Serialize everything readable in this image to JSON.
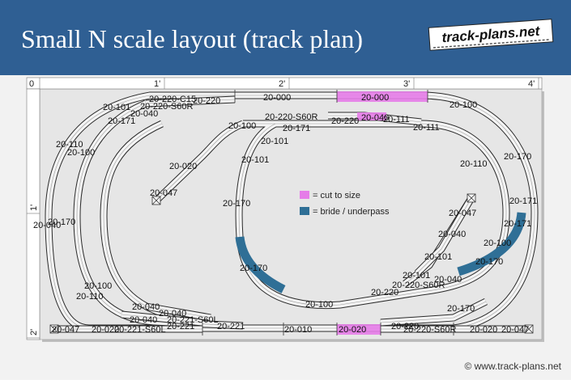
{
  "header": {
    "title": "Small N scale layout (track plan)",
    "logo_text": "track-plans.net",
    "background": "#2f5f93"
  },
  "ruler": {
    "top_labels": [
      "0",
      "1'",
      "2'",
      "3'",
      "4'"
    ],
    "left_labels": [
      "1'",
      "2'"
    ]
  },
  "legend": [
    {
      "label": "= cut to size",
      "color": "#e57ce8"
    },
    {
      "label": "= bride / underpass",
      "color": "#2f6f96"
    }
  ],
  "track_labels": [
    {
      "text": "20-220-C15"
    },
    {
      "text": "20-220"
    },
    {
      "text": "20-000"
    },
    {
      "text": "20-000"
    },
    {
      "text": "20-101"
    },
    {
      "text": "20-220-S60R"
    },
    {
      "text": "20-040"
    },
    {
      "text": "20-171"
    },
    {
      "text": "20-100"
    },
    {
      "text": "20-220-S60R"
    },
    {
      "text": "20-220"
    },
    {
      "text": "20-040"
    },
    {
      "text": "20-111"
    },
    {
      "text": "20-111"
    },
    {
      "text": "20-100"
    },
    {
      "text": "20-171"
    },
    {
      "text": "20-110"
    },
    {
      "text": "20-100"
    },
    {
      "text": "20-101"
    },
    {
      "text": "20-170"
    },
    {
      "text": "20-101"
    },
    {
      "text": "20-110"
    },
    {
      "text": "20-020"
    },
    {
      "text": "20-047"
    },
    {
      "text": "20-170"
    },
    {
      "text": "20-171"
    },
    {
      "text": "20-170"
    },
    {
      "text": "20-040"
    },
    {
      "text": "20-047"
    },
    {
      "text": "20-171"
    },
    {
      "text": "20-040"
    },
    {
      "text": "20-101"
    },
    {
      "text": "20-100"
    },
    {
      "text": "20-170"
    },
    {
      "text": "20-101"
    },
    {
      "text": "20-040"
    },
    {
      "text": "20-220-S60R"
    },
    {
      "text": "20-220"
    },
    {
      "text": "20-100"
    },
    {
      "text": "20-110"
    },
    {
      "text": "20-100"
    },
    {
      "text": "20-170"
    },
    {
      "text": "20-040"
    },
    {
      "text": "20-040"
    },
    {
      "text": "20-040"
    },
    {
      "text": "20-221-S60L"
    },
    {
      "text": "20-221"
    },
    {
      "text": "20-221"
    },
    {
      "text": "20-170"
    },
    {
      "text": "20-047"
    },
    {
      "text": "20-020"
    },
    {
      "text": "20-221-S60L"
    },
    {
      "text": "20-010"
    },
    {
      "text": "20-020"
    },
    {
      "text": "20-220"
    },
    {
      "text": "20-220-S60R"
    },
    {
      "text": "20-020"
    },
    {
      "text": "20-047"
    }
  ],
  "copyright": "© www.track-plans.net"
}
